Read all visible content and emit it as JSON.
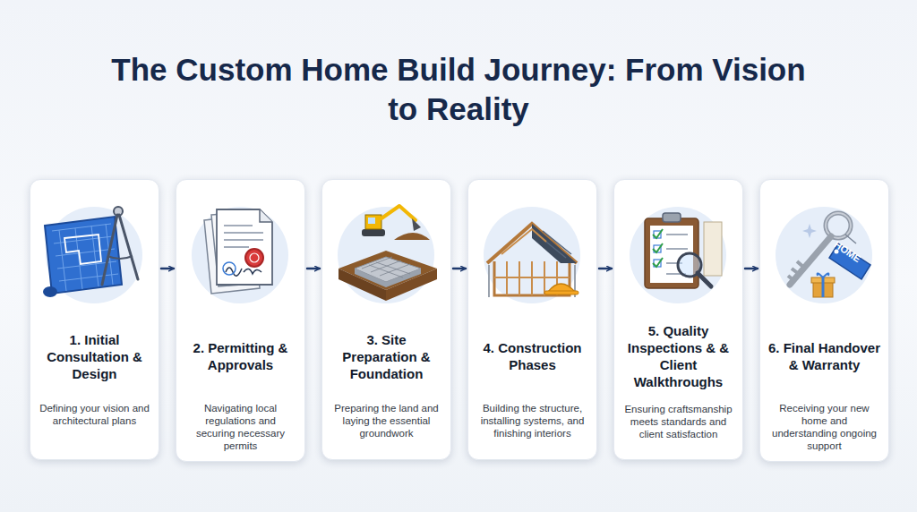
{
  "diagram": {
    "title": "The Custom Home Build Journey: From Vision to Reality",
    "nodes": [
      {
        "text": [
          "1. Initial Consultation & Design",
          "Defining your vision and architectural plans"
        ]
      },
      {
        "text": [
          "2. Permitting & Approvals",
          "Navigating local regulations and securing necessary permits"
        ]
      },
      {
        "text": [
          "3. Site Preparation & Foundation",
          "Preparing the land and laying the essential groundwork"
        ]
      },
      {
        "text": [
          "4. Construction Phases",
          "Building the structure, installing systems, and finishing interiors"
        ]
      },
      {
        "text": [
          "5. Quality Inspections & & Client Walkthroughs",
          "Ensuring craftsmanship meets standards and client satisfaction"
        ]
      },
      {
        "text": [
          "6. Final Handover & Warranty",
          "Receiving your new home and understanding ongoing support"
        ]
      }
    ],
    "edges": [
      {
        "from": 0,
        "to": 1,
        "arrow": "to"
      },
      {
        "from": 1,
        "to": 2,
        "arrow": "to"
      },
      {
        "from": 2,
        "to": 3,
        "arrow": "to"
      },
      {
        "from": 3,
        "to": 4,
        "arrow": "to"
      },
      {
        "from": 4,
        "to": 5,
        "arrow": "to"
      }
    ],
    "labels": [
      "HOME"
    ]
  }
}
